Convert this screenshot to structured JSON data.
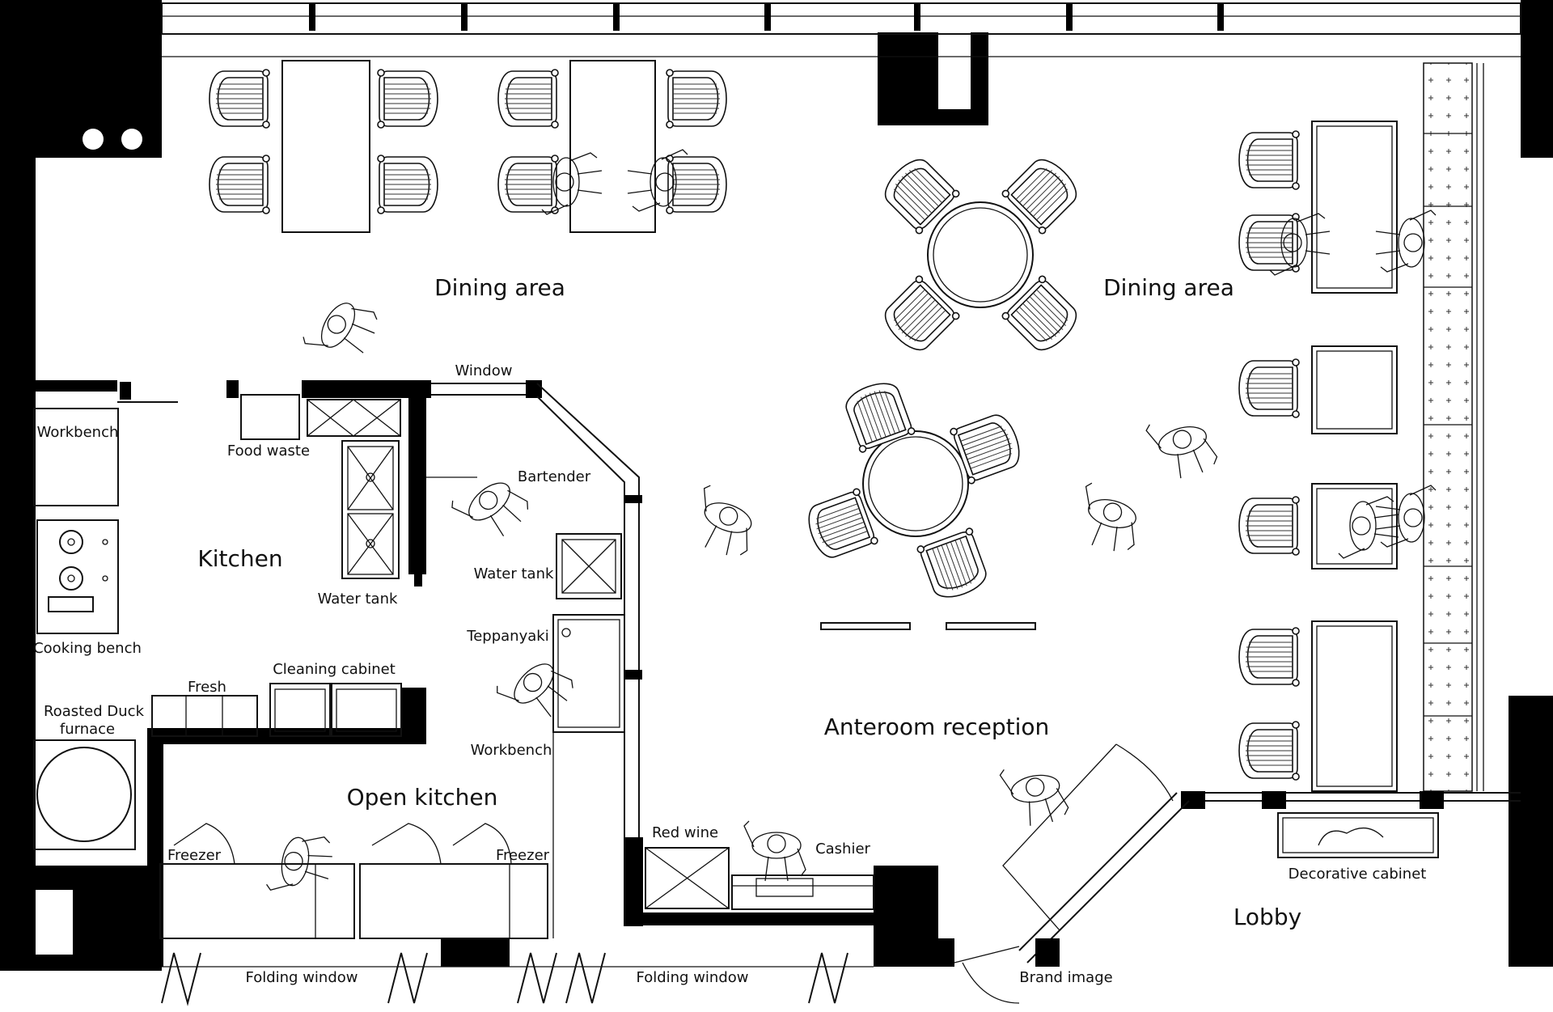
{
  "title": "",
  "rooms": {
    "dining_area_left": "Dining area",
    "dining_area_right": "Dining area",
    "kitchen": "Kitchen",
    "open_kitchen": "Open kitchen",
    "anteroom": "Anteroom reception",
    "lobby": "Lobby"
  },
  "fixtures": {
    "window": "Window",
    "bartender": "Bartender",
    "workbench_top": "Workbench",
    "food_waste": "Food waste",
    "water_tank_left": "Water tank",
    "water_tank_right": "Water tank",
    "cooking_bench": "Cooking bench",
    "teppanyaki": "Teppanyaki",
    "cleaning_cabinet": "Cleaning cabinet",
    "fresh": "Fresh",
    "roasted_duck_line1": "Roasted Duck",
    "roasted_duck_line2": "furnace",
    "workbench_mid": "Workbench",
    "freezer_left": "Freezer",
    "freezer_right": "Freezer",
    "red_wine": "Red wine",
    "cashier": "Cashier",
    "decorative_cabinet": "Decorative cabinet",
    "folding_window_left": "Folding window",
    "folding_window_right": "Folding window",
    "brand_image": "Brand image"
  }
}
